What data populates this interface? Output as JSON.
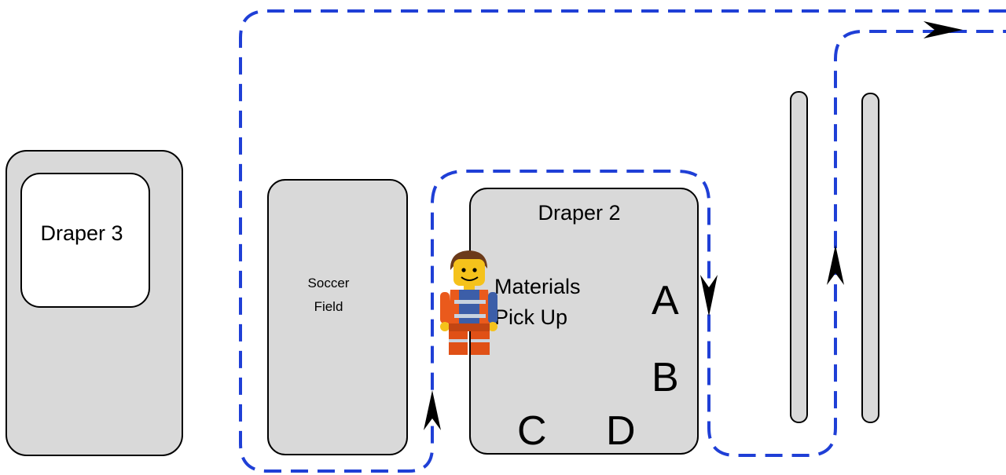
{
  "map": {
    "buildings": {
      "draper3": "Draper 3",
      "soccer_line1": "Soccer",
      "soccer_line2": "Field",
      "draper2": "Draper 2"
    },
    "pickup": {
      "line1": "Materials",
      "line2": "Pick Up"
    },
    "zones": {
      "a": "A",
      "b": "B",
      "c": "C",
      "d": "D"
    },
    "route_color": "#1f3fd6",
    "building_color": "#d9d9d9"
  }
}
